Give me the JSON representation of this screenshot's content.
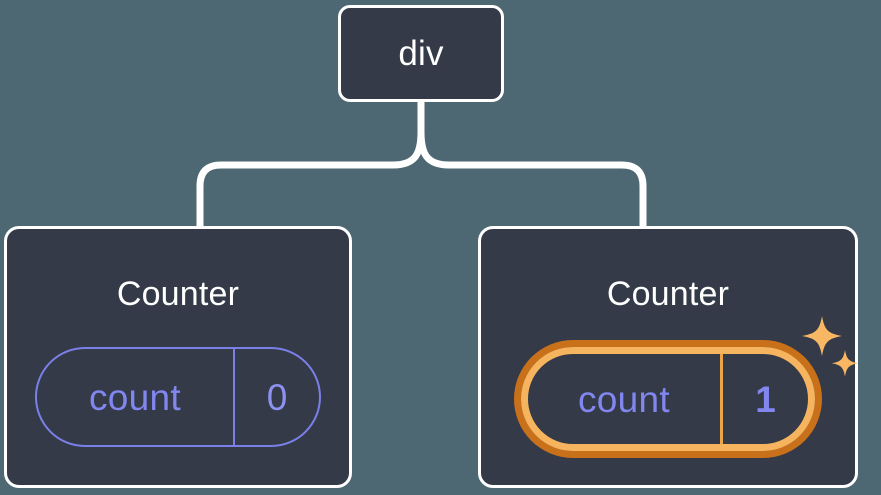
{
  "diagram": {
    "type": "component-tree",
    "background_color": "#4d6872",
    "node_fill_color": "#343a48",
    "node_stroke_color": "#ffffff",
    "connector_color": "#ffffff",
    "state_accent_color": "#8287f0",
    "highlight_outer_color": "#c9711a",
    "highlight_inner_color": "#f6b45e",
    "sparkle_color": "#f9b763"
  },
  "root": {
    "label": "div"
  },
  "children": [
    {
      "label": "Counter",
      "state": {
        "key": "count",
        "value": "0"
      },
      "highlighted": false,
      "sparkles": false
    },
    {
      "label": "Counter",
      "state": {
        "key": "count",
        "value": "1"
      },
      "highlighted": true,
      "sparkles": true
    }
  ],
  "icons": {
    "sparkle_large": "sparkle-icon",
    "sparkle_small": "sparkle-icon"
  }
}
